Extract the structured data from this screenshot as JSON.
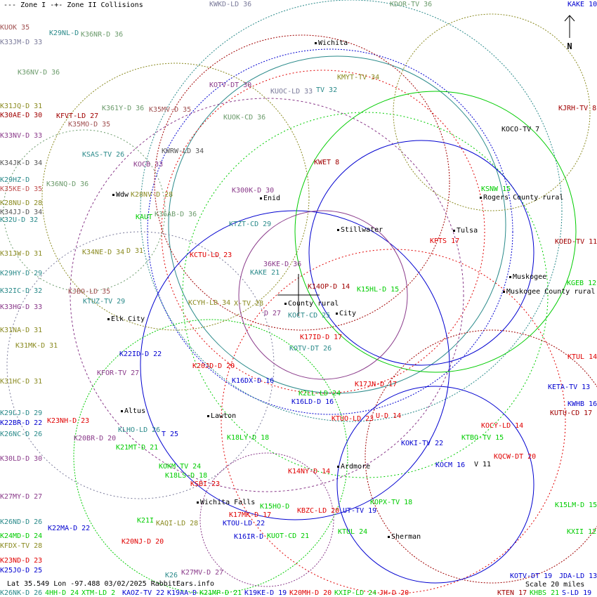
{
  "legend": {
    "zone1": "--- Zone I",
    "zone2": "-+- Zone II",
    "collisions": "Collisions"
  },
  "status": {
    "coords": "Lat 35.549 Lon -97.488 03/02/2025 RabbitEars.info",
    "scale": "Scale 20 miles"
  },
  "compass": {
    "label": "N"
  },
  "colors": {
    "red": "#e00000",
    "darkred": "#a00000",
    "blue": "#0000d0",
    "teal": "#2a8a8a",
    "green": "#00cc00",
    "olive": "#8a8a20",
    "purple": "#8a3a8a",
    "grey": "#7a7a9a",
    "sage": "#6a9a6a"
  },
  "cities": [
    "Wichita",
    "Enid",
    "Stillwater",
    "Tulsa",
    "Rogers County rural",
    "Muskogee",
    "Muskogee County rural",
    "Elk City",
    "County rural",
    "City",
    "Altus",
    "Lawton",
    "Ardmore",
    "Wichita Falls",
    "Sherman",
    "Wdw"
  ],
  "stations": [
    {
      "text": "KUOK 35",
      "color": "#a05050"
    },
    {
      "text": "K33JM-D 33",
      "color": "#7a7a9a"
    },
    {
      "text": "K36NV-D 36",
      "color": "#6a9a6a"
    },
    {
      "text": "K31JQ-D 31",
      "color": "#8a8a20"
    },
    {
      "text": "K30AE-D 30",
      "color": "#a00000"
    },
    {
      "text": "K33NV-D 33",
      "color": "#8a3a8a"
    },
    {
      "text": "K34JK-D 34",
      "color": "#555"
    },
    {
      "text": "K29HZ-D",
      "color": "#2a8a8a"
    },
    {
      "text": "K35KE-D 35",
      "color": "#c05050"
    },
    {
      "text": "K28NU-D 28",
      "color": "#8a8a20"
    },
    {
      "text": "K34JJ-D 34",
      "color": "#555"
    },
    {
      "text": "K32U-D 32",
      "color": "#2a8a8a"
    },
    {
      "text": "K31JW-D 31",
      "color": "#8a8a20"
    },
    {
      "text": "K29HY-D 29",
      "color": "#2a8a8a"
    },
    {
      "text": "K32IC-D 32",
      "color": "#2a8a8a"
    },
    {
      "text": "K33HG-D 33",
      "color": "#8a3a8a"
    },
    {
      "text": "K31NA-D 31",
      "color": "#8a8a20"
    },
    {
      "text": "K31MK-D 31",
      "color": "#8a8a20"
    },
    {
      "text": "K31HC-D 31",
      "color": "#8a8a20"
    },
    {
      "text": "K29LJ-D 29",
      "color": "#2a8a8a"
    },
    {
      "text": "K22BR-D 22",
      "color": "#0000d0"
    },
    {
      "text": "K26NC-D 26",
      "color": "#2a8a8a"
    },
    {
      "text": "K30LD-D 30",
      "color": "#8a3a8a"
    },
    {
      "text": "K27MY-D 27",
      "color": "#8a3a8a"
    },
    {
      "text": "K26ND-D 26",
      "color": "#2a8a8a"
    },
    {
      "text": "K24MD-D 24",
      "color": "#00cc00"
    },
    {
      "text": "KFDX-TV 28",
      "color": "#8a8a20"
    },
    {
      "text": "K23ND-D 23",
      "color": "#e00000"
    },
    {
      "text": "K25JO-D 25",
      "color": "#0000d0"
    },
    {
      "text": "KWKD-LD 36",
      "color": "#7a7a9a"
    },
    {
      "text": "KDOR-TV 36",
      "color": "#6a9a6a"
    },
    {
      "text": "KAKE 10",
      "color": "#0000d0"
    },
    {
      "text": "K29NL-D",
      "color": "#2a8a8a"
    },
    {
      "text": "K36NR-D 36",
      "color": "#6a9a6a"
    },
    {
      "text": "KMYT-TV 34",
      "color": "#8a8a20"
    },
    {
      "text": "KOTV-DT 30",
      "color": "#8a3a8a"
    },
    {
      "text": "KUOC-LD 33",
      "color": "#7a7a9a"
    },
    {
      "text": "TV 32",
      "color": "#2a8a8a"
    },
    {
      "text": "K361Y-D 36",
      "color": "#6a9a6a"
    },
    {
      "text": "K35MV-D 35",
      "color": "#a05050"
    },
    {
      "text": "KFVT-LD 27",
      "color": "#a00000"
    },
    {
      "text": "K35MO-D 35",
      "color": "#a05050"
    },
    {
      "text": "KUOK-CD 36",
      "color": "#6a9a6a"
    },
    {
      "text": "KJRH-TV 8",
      "color": "#a00000"
    },
    {
      "text": "KOCO-TV 7",
      "color": "#000"
    },
    {
      "text": "KWRW-LD 34",
      "color": "#555"
    },
    {
      "text": "KSAS-TV 26",
      "color": "#2a8a8a"
    },
    {
      "text": "KOCB 33",
      "color": "#8a3a8a"
    },
    {
      "text": "KWET 8",
      "color": "#a00000"
    },
    {
      "text": "K36NQ-D 36",
      "color": "#6a9a6a"
    },
    {
      "text": "K28NV-D 28",
      "color": "#8a8a20"
    },
    {
      "text": "K300K-D 30",
      "color": "#8a3a8a"
    },
    {
      "text": "KSNW 15",
      "color": "#00cc00"
    },
    {
      "text": "KAUT",
      "color": "#00cc00"
    },
    {
      "text": "K36AB-D 36",
      "color": "#6a9a6a"
    },
    {
      "text": "KTZT-CD 29",
      "color": "#2a8a8a"
    },
    {
      "text": "KPTS 17",
      "color": "#e00000"
    },
    {
      "text": "KOED-TV 11",
      "color": "#a00000"
    },
    {
      "text": "K34NE-D 34",
      "color": "#8a8a20"
    },
    {
      "text": "D 31",
      "color": "#8a8a20"
    },
    {
      "text": "KCTU-LD 23",
      "color": "#e00000"
    },
    {
      "text": "36KE-D 36",
      "color": "#8a3a8a"
    },
    {
      "text": "KAKE 21",
      "color": "#2a8a8a"
    },
    {
      "text": "KGEB 12",
      "color": "#00cc00"
    },
    {
      "text": "K14OP-D 14",
      "color": "#a00000"
    },
    {
      "text": "K15HL-D 15",
      "color": "#00cc00"
    },
    {
      "text": "KJBO-LD 35",
      "color": "#a05050"
    },
    {
      "text": "KTUZ-TV 29",
      "color": "#2a8a8a"
    },
    {
      "text": "KCYH-LD 34",
      "color": "#8a8a20"
    },
    {
      "text": "X-TV 28",
      "color": "#8a8a20"
    },
    {
      "text": "D 27",
      "color": "#8a3a8a"
    },
    {
      "text": "KOCT-CD 25",
      "color": "#2a8a8a"
    },
    {
      "text": "K17ID-D 17",
      "color": "#e00000"
    },
    {
      "text": "KOTV-DT 26",
      "color": "#2a8a8a"
    },
    {
      "text": "K22ID-D 22",
      "color": "#0000d0"
    },
    {
      "text": "KTUL 14",
      "color": "#e00000"
    },
    {
      "text": "K20JD-D 20",
      "color": "#e00000"
    },
    {
      "text": "KFOR-TV 27",
      "color": "#8a3a8a"
    },
    {
      "text": "K16DX-D 16",
      "color": "#0000d0"
    },
    {
      "text": "K17JN-D 17",
      "color": "#e00000"
    },
    {
      "text": "KETA-TV 13",
      "color": "#0000d0"
    },
    {
      "text": "K2LL-LD 24",
      "color": "#00cc00"
    },
    {
      "text": "K16LD-D 16",
      "color": "#0000d0"
    },
    {
      "text": "KWHB 16",
      "color": "#0000d0"
    },
    {
      "text": "KUTU-CD 17",
      "color": "#a00000"
    },
    {
      "text": "K23NH-D 23",
      "color": "#e00000"
    },
    {
      "text": "KTUO-LD 23",
      "color": "#e00000"
    },
    {
      "text": "U-D 14",
      "color": "#e00000"
    },
    {
      "text": "KOCY-LD 14",
      "color": "#e00000"
    },
    {
      "text": "K20BR-D 20",
      "color": "#8a3a8a"
    },
    {
      "text": "KLHO-LD 26",
      "color": "#2a8a8a"
    },
    {
      "text": "T 25",
      "color": "#0000d0"
    },
    {
      "text": "KTBO-TV 15",
      "color": "#00cc00"
    },
    {
      "text": "K18LY-D 18",
      "color": "#00cc00"
    },
    {
      "text": "KOKI-TV 22",
      "color": "#0000d0"
    },
    {
      "text": "K21MT-D 21",
      "color": "#00cc00"
    },
    {
      "text": "KQCW-DT 20",
      "color": "#e00000"
    },
    {
      "text": "KOCM 16",
      "color": "#0000d0"
    },
    {
      "text": "V 11",
      "color": "#000"
    },
    {
      "text": "KOKM-TV 24",
      "color": "#00cc00"
    },
    {
      "text": "K14NY-D 14",
      "color": "#e00000"
    },
    {
      "text": "K18LS-D 18",
      "color": "#00cc00"
    },
    {
      "text": "KSBI 23",
      "color": "#e00000"
    },
    {
      "text": "KOPX-TV 18",
      "color": "#00cc00"
    },
    {
      "text": "K15LM-D 15",
      "color": "#00cc00"
    },
    {
      "text": "K15HO-D",
      "color": "#00cc00"
    },
    {
      "text": "K17MK-D 17",
      "color": "#e00000"
    },
    {
      "text": "KBZC-LD 20",
      "color": "#e00000"
    },
    {
      "text": "UT-TV 19",
      "color": "#0000d0"
    },
    {
      "text": "K22MA-D 22",
      "color": "#0000d0"
    },
    {
      "text": "K21I",
      "color": "#00cc00"
    },
    {
      "text": "KAQI-LD 28",
      "color": "#8a8a20"
    },
    {
      "text": "KTOU-LD 22",
      "color": "#0000d0"
    },
    {
      "text": "KTUL 24",
      "color": "#00cc00"
    },
    {
      "text": "KXII 12",
      "color": "#00cc00"
    },
    {
      "text": "K16IR-D",
      "color": "#0000d0"
    },
    {
      "text": "KUOT-CD 21",
      "color": "#00cc00"
    },
    {
      "text": "K20NJ-D 20",
      "color": "#e00000"
    },
    {
      "text": "K26",
      "color": "#2a8a8a"
    },
    {
      "text": "K27MV-D 27",
      "color": "#8a3a8a"
    },
    {
      "text": "KOTV-DT 19",
      "color": "#0000d0"
    },
    {
      "text": "JDA-LD 13",
      "color": "#0000d0"
    },
    {
      "text": "K26NK-D 26",
      "color": "#2a8a8a"
    },
    {
      "text": "4HH-D 24",
      "color": "#00cc00"
    },
    {
      "text": "XTM-LD 2",
      "color": "#00cc00"
    },
    {
      "text": "KAOZ-TV 22",
      "color": "#0000d0"
    },
    {
      "text": "K19AA-D",
      "color": "#0000d0"
    },
    {
      "text": "K21MP-D 21",
      "color": "#00cc00"
    },
    {
      "text": "K19KE-D 19",
      "color": "#0000d0"
    },
    {
      "text": "K20MH-D 20",
      "color": "#e00000"
    },
    {
      "text": "KXIP-LD 24",
      "color": "#00cc00"
    },
    {
      "text": "JH-D 20",
      "color": "#e00000"
    },
    {
      "text": "KTEN 17",
      "color": "#a00000"
    },
    {
      "text": "KHBS 21",
      "color": "#00cc00"
    },
    {
      "text": "S-LD 19",
      "color": "#0000d0"
    }
  ]
}
